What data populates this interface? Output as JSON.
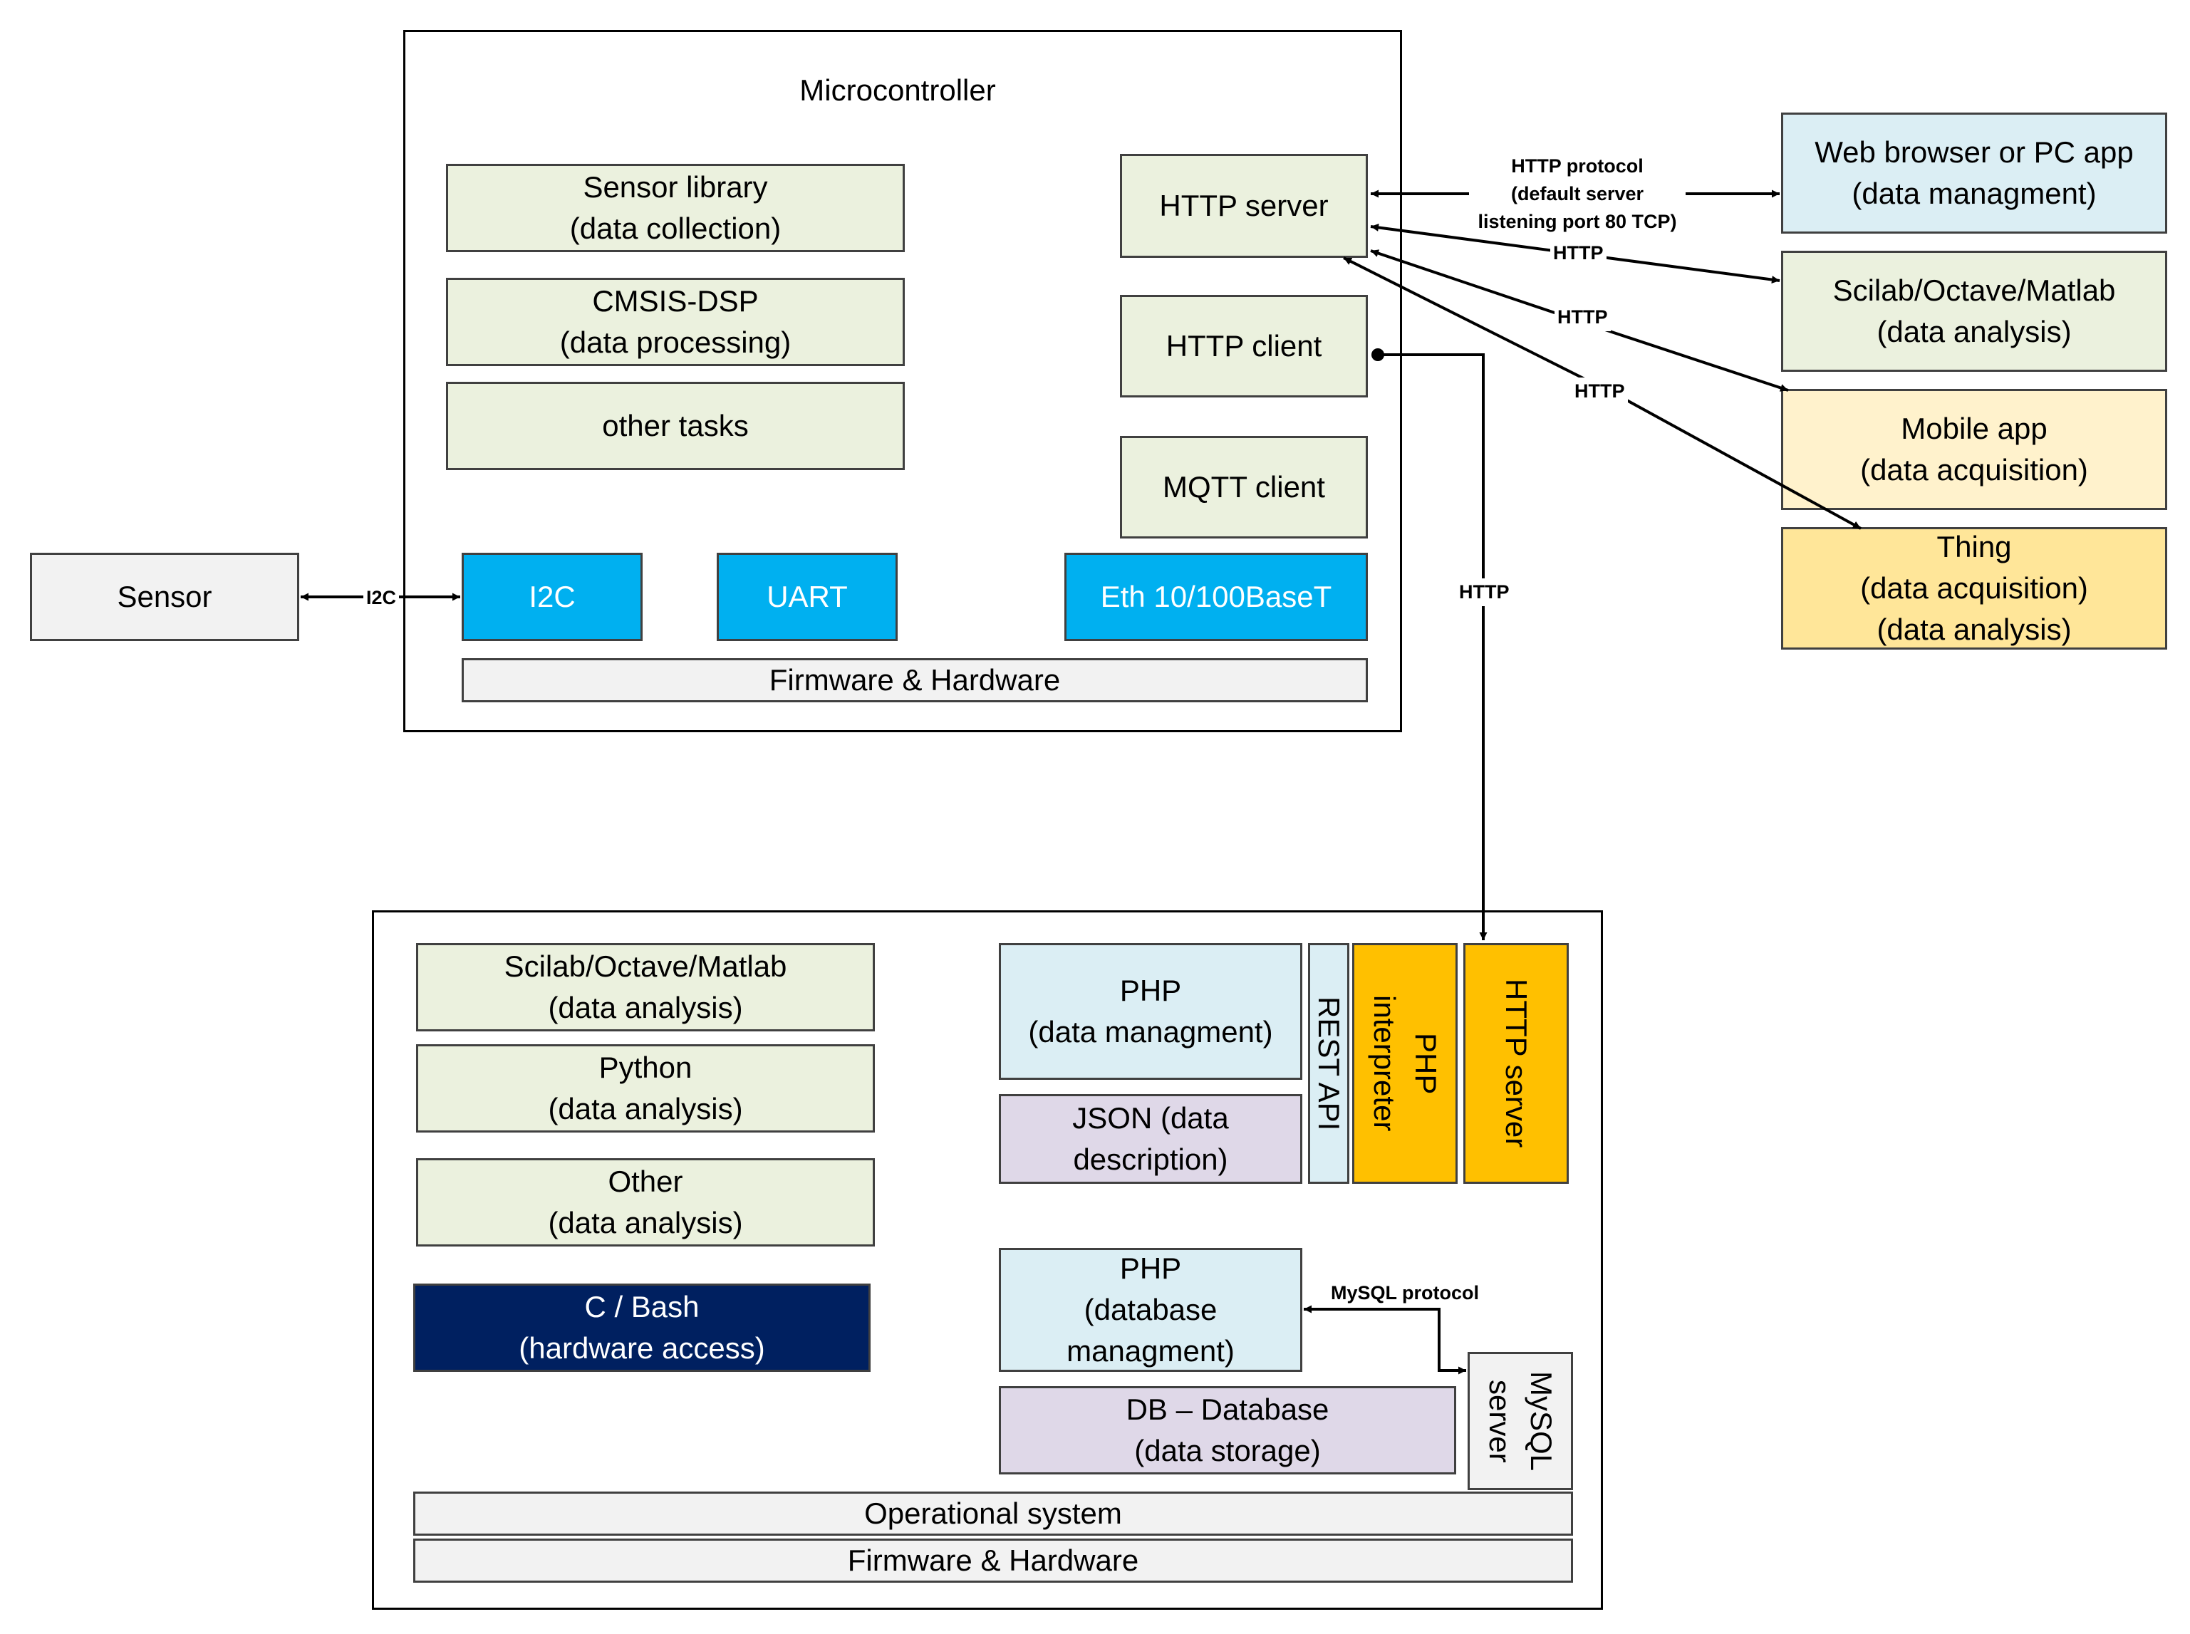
{
  "microcontroller": {
    "title": "Microcontroller",
    "sensor_library": {
      "line1": "Sensor library",
      "line2": "(data collection)"
    },
    "cmsis_dsp": {
      "line1": "CMSIS-DSP",
      "line2": "(data processing)"
    },
    "other_tasks": "other tasks",
    "http_server": "HTTP server",
    "http_client": "HTTP client",
    "mqtt_client": "MQTT client",
    "i2c": "I2C",
    "uart": "UART",
    "eth": "Eth 10/100BaseT",
    "firmware": "Firmware & Hardware"
  },
  "sensor": "Sensor",
  "links": {
    "i2c": "I2C",
    "http_protocol": [
      "HTTP protocol",
      "(default server",
      "listening port 80 TCP)"
    ],
    "http_1": "HTTP",
    "http_2": "HTTP",
    "http_3": "HTTP",
    "http_vertical": "HTTP",
    "mysql_protocol": "MySQL protocol"
  },
  "clients": {
    "web_browser": {
      "line1": "Web browser or PC app",
      "line2": "(data managment)"
    },
    "scilab": {
      "line1": "Scilab/Octave/Matlab",
      "line2": "(data analysis)"
    },
    "mobile": {
      "line1": "Mobile app",
      "line2": "(data acquisition)"
    },
    "thing": {
      "line1": "Thing",
      "line2": "(data acquisition)",
      "line3": "(data analysis)"
    }
  },
  "server": {
    "scilab": {
      "line1": "Scilab/Octave/Matlab",
      "line2": "(data analysis)"
    },
    "python": {
      "line1": "Python",
      "line2": "(data analysis)"
    },
    "other": {
      "line1": "Other",
      "line2": "(data analysis)"
    },
    "c_bash": {
      "line1": "C / Bash",
      "line2": "(hardware access)"
    },
    "php_mgmt": {
      "line1": "PHP",
      "line2": "(data managment)"
    },
    "json": {
      "line1": "JSON (data",
      "line2": "description)"
    },
    "rest_api": "REST API",
    "php_interpreter": {
      "line1": "PHP",
      "line2": "interpreter"
    },
    "http_server": "HTTP server",
    "php_db": {
      "line1": "PHP",
      "line2": "(database",
      "line3": "managment)"
    },
    "mysql_server": {
      "line1": "MySQL",
      "line2": "server"
    },
    "db": {
      "line1": "DB – Database",
      "line2": "(data storage)"
    },
    "os": "Operational system",
    "firmware": "Firmware & Hardware"
  }
}
